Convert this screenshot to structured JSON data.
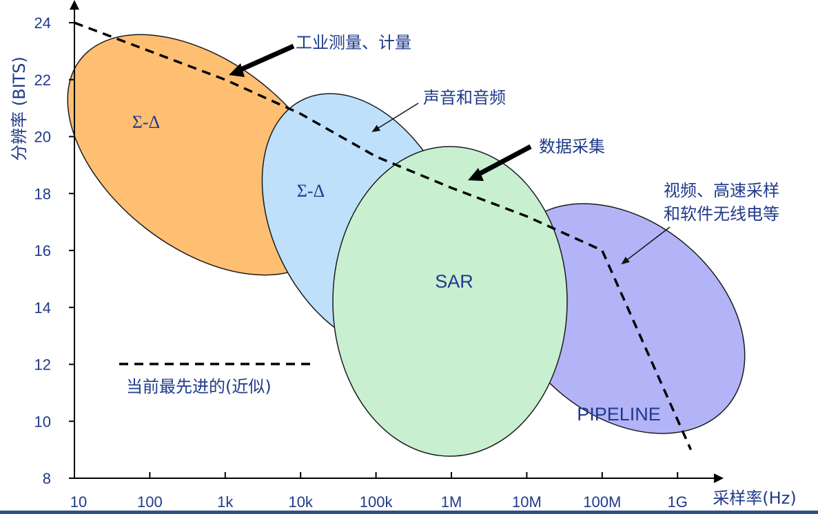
{
  "chart_data": {
    "type": "scatter",
    "xlabel": "采样率(Hz)",
    "ylabel": "分辨率 (BITS)",
    "x_tick_labels": [
      "10",
      "100",
      "1k",
      "10k",
      "100k",
      "1M",
      "10M",
      "100M",
      "1G"
    ],
    "x_scale": "log",
    "y_ticks": [
      8,
      10,
      12,
      14,
      16,
      18,
      20,
      22,
      24
    ],
    "ylim": [
      8,
      24
    ],
    "regions": [
      {
        "label": "Σ-Δ",
        "color": "#ffbf73"
      },
      {
        "label": "Σ-Δ",
        "color": "#bfe0fb"
      },
      {
        "label": "PIPELINE",
        "color": "#b3b3f7"
      },
      {
        "label": "SAR",
        "color": "#c8f0d0"
      }
    ],
    "state_of_art": {
      "name": "当前最先进的(近似)",
      "points": [
        {
          "x": 10,
          "y": 24
        },
        {
          "x": 1000,
          "y": 22
        },
        {
          "x": 10000,
          "y": 20.8
        },
        {
          "x": 100000,
          "y": 19.3
        },
        {
          "x": 1000000,
          "y": 18.2
        },
        {
          "x": 10000000,
          "y": 17.2
        },
        {
          "x": 100000000,
          "y": 16
        },
        {
          "x": 1500000000,
          "y": 9
        }
      ]
    },
    "annotations": [
      {
        "text": "工业测量、计量"
      },
      {
        "text": "声音和音频"
      },
      {
        "text": "数据采集"
      },
      {
        "text": "视频、高速采样"
      },
      {
        "text": "和软件无线电等"
      }
    ]
  }
}
